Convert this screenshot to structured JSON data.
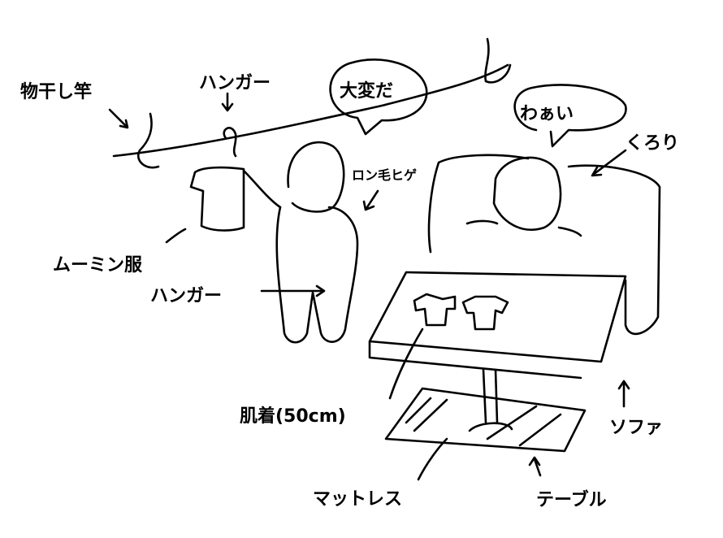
{
  "labels": {
    "pole": "物干し竿",
    "hanger_top": "ハンガー",
    "speech_trouble": "大変だ",
    "speech_wow": "わぁい",
    "kurori": "くろり",
    "long_hair_beard": "ロン毛ヒゲ",
    "moomin_clothes": "ムーミン服",
    "hanger_bottom": "ハンガー",
    "underwear": "肌着(50cm)",
    "sofa": "ソファ",
    "mattress": "マットレス",
    "table": "テーブル"
  }
}
